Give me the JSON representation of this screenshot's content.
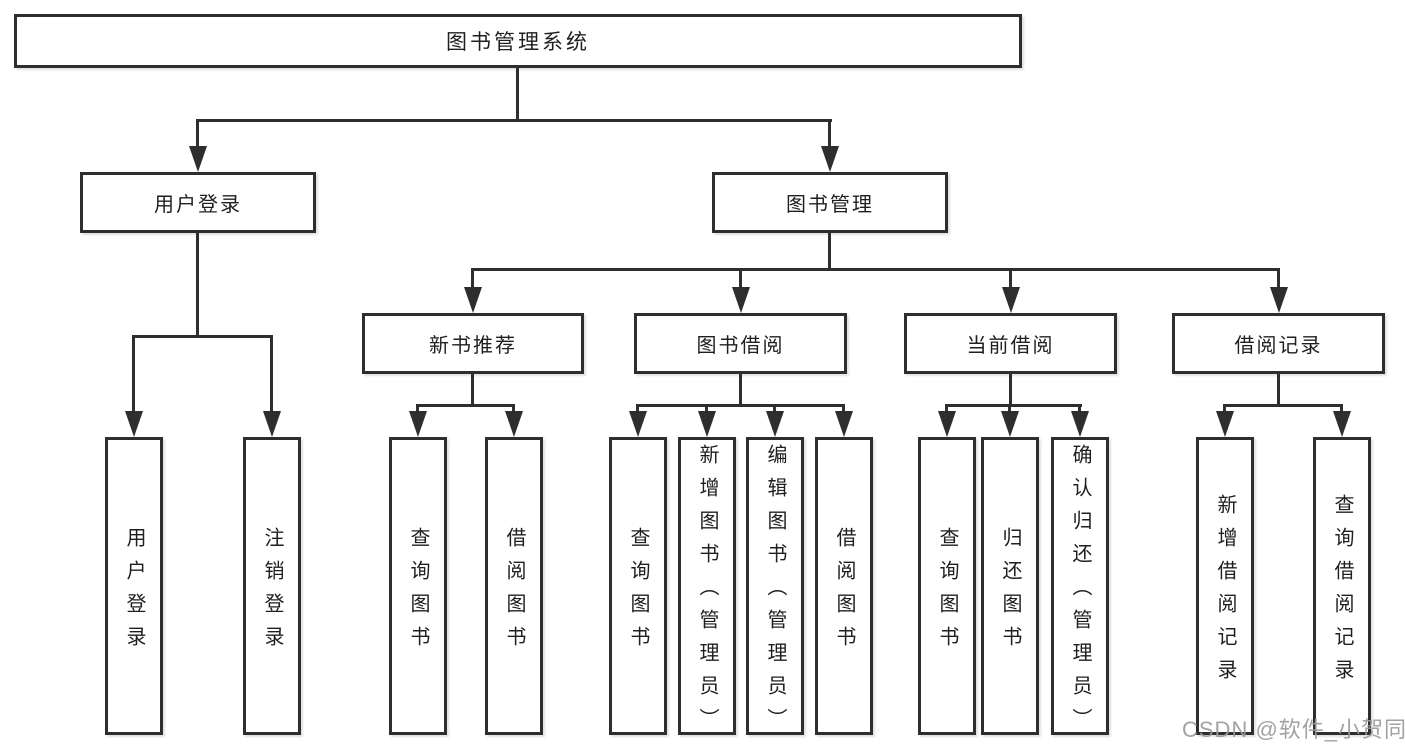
{
  "diagram": {
    "colors": {
      "line": "#2e2e2e",
      "text": "#1f1f1f",
      "box_background": "#ffffff",
      "watermark": "#9b9b9b"
    },
    "root": {
      "label": "图书管理系统"
    },
    "level2": [
      {
        "label": "用户登录"
      },
      {
        "label": "图书管理"
      }
    ],
    "level3": [
      {
        "label": "新书推荐"
      },
      {
        "label": "图书借阅"
      },
      {
        "label": "当前借阅"
      },
      {
        "label": "借阅记录"
      }
    ],
    "leaves": [
      {
        "label": "用户登录"
      },
      {
        "label": "注销登录"
      },
      {
        "label": "查询图书"
      },
      {
        "label": "借阅图书"
      },
      {
        "label": "查询图书"
      },
      {
        "label": "新增图书（管理员）"
      },
      {
        "label": "编辑图书（管理员）"
      },
      {
        "label": "借阅图书"
      },
      {
        "label": "查询图书"
      },
      {
        "label": "归还图书"
      },
      {
        "label": "确认归还（管理员）"
      },
      {
        "label": "新增借阅记录"
      },
      {
        "label": "查询借阅记录"
      }
    ],
    "watermark": "CSDN @软件_小贺同学"
  }
}
